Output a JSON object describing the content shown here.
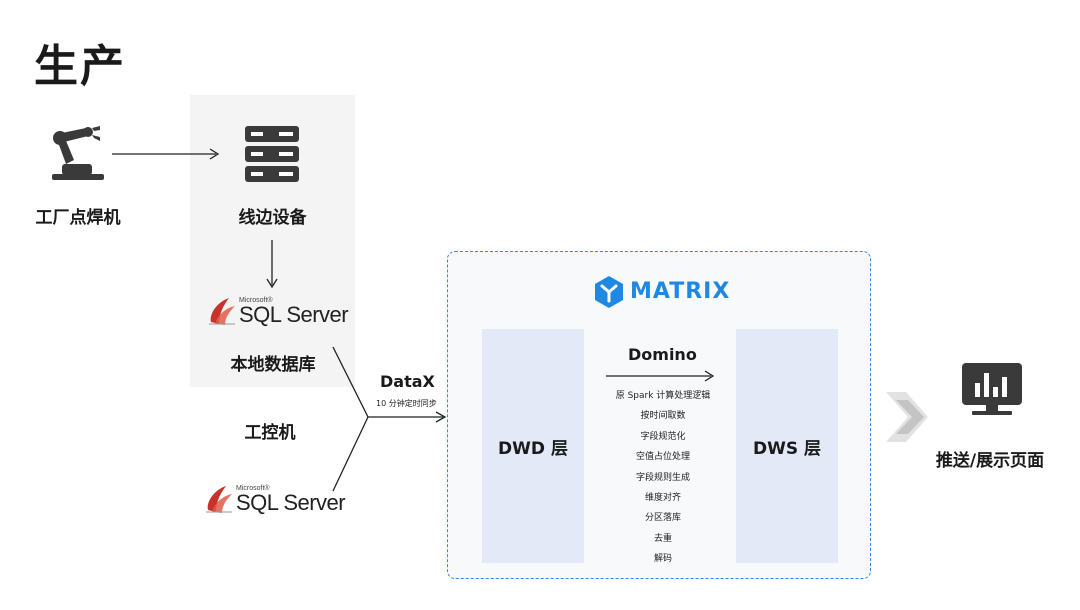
{
  "title": "生产",
  "nodes": {
    "welder": "工厂点焊机",
    "edge_device": "线边设备",
    "local_db": "本地数据库",
    "ipc": "工控机",
    "push_display": "推送/展示页面"
  },
  "sql_server": {
    "brand_small": "Microsoft®",
    "brand": "SQL Server"
  },
  "datax": {
    "label": "DataX",
    "schedule": "10 分钟定时同步"
  },
  "matrix": {
    "brand": "MATRIX",
    "dwd": "DWD 层",
    "dws": "DWS 层",
    "engine": "Domino",
    "steps": [
      "原 Spark 计算处理逻辑",
      "按时间取数",
      "字段规范化",
      "空值占位处理",
      "字段规则生成",
      "维度对齐",
      "分区落库",
      "去重",
      "解码"
    ]
  },
  "colors": {
    "accent": "#1e88e5",
    "layer_bg": "#e3e9f6",
    "panel_bg": "#f4f4f4",
    "icon_dark": "#3a3a3a"
  },
  "icons": [
    "robot-arm-icon",
    "server-rack-icon",
    "sql-server-logo",
    "matrix-logo",
    "chevron-right-icon",
    "bar-chart-monitor-icon"
  ]
}
